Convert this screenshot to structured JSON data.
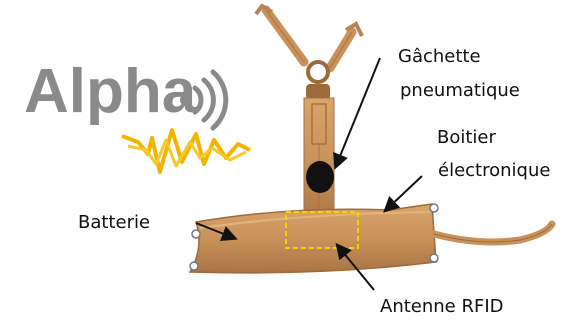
{
  "logo": {
    "text": "Alpha",
    "colors": {
      "text": "#8a8a8a",
      "waves": "#8a8a8a",
      "zigzag": "#f3b400"
    },
    "icon": "wireless-waves-icon"
  },
  "labels": {
    "trigger_line1": "Gâchette",
    "trigger_line2": "pneumatique",
    "box_line1": "Boitier",
    "box_line2": "électronique",
    "battery": "Batterie",
    "antenna": "Antenne RFID"
  },
  "colors": {
    "leather": "#c8925a",
    "leather_dark": "#a87140",
    "rfid_outline": "#f2d400",
    "trigger": "#111111",
    "arrows": "#111111"
  }
}
